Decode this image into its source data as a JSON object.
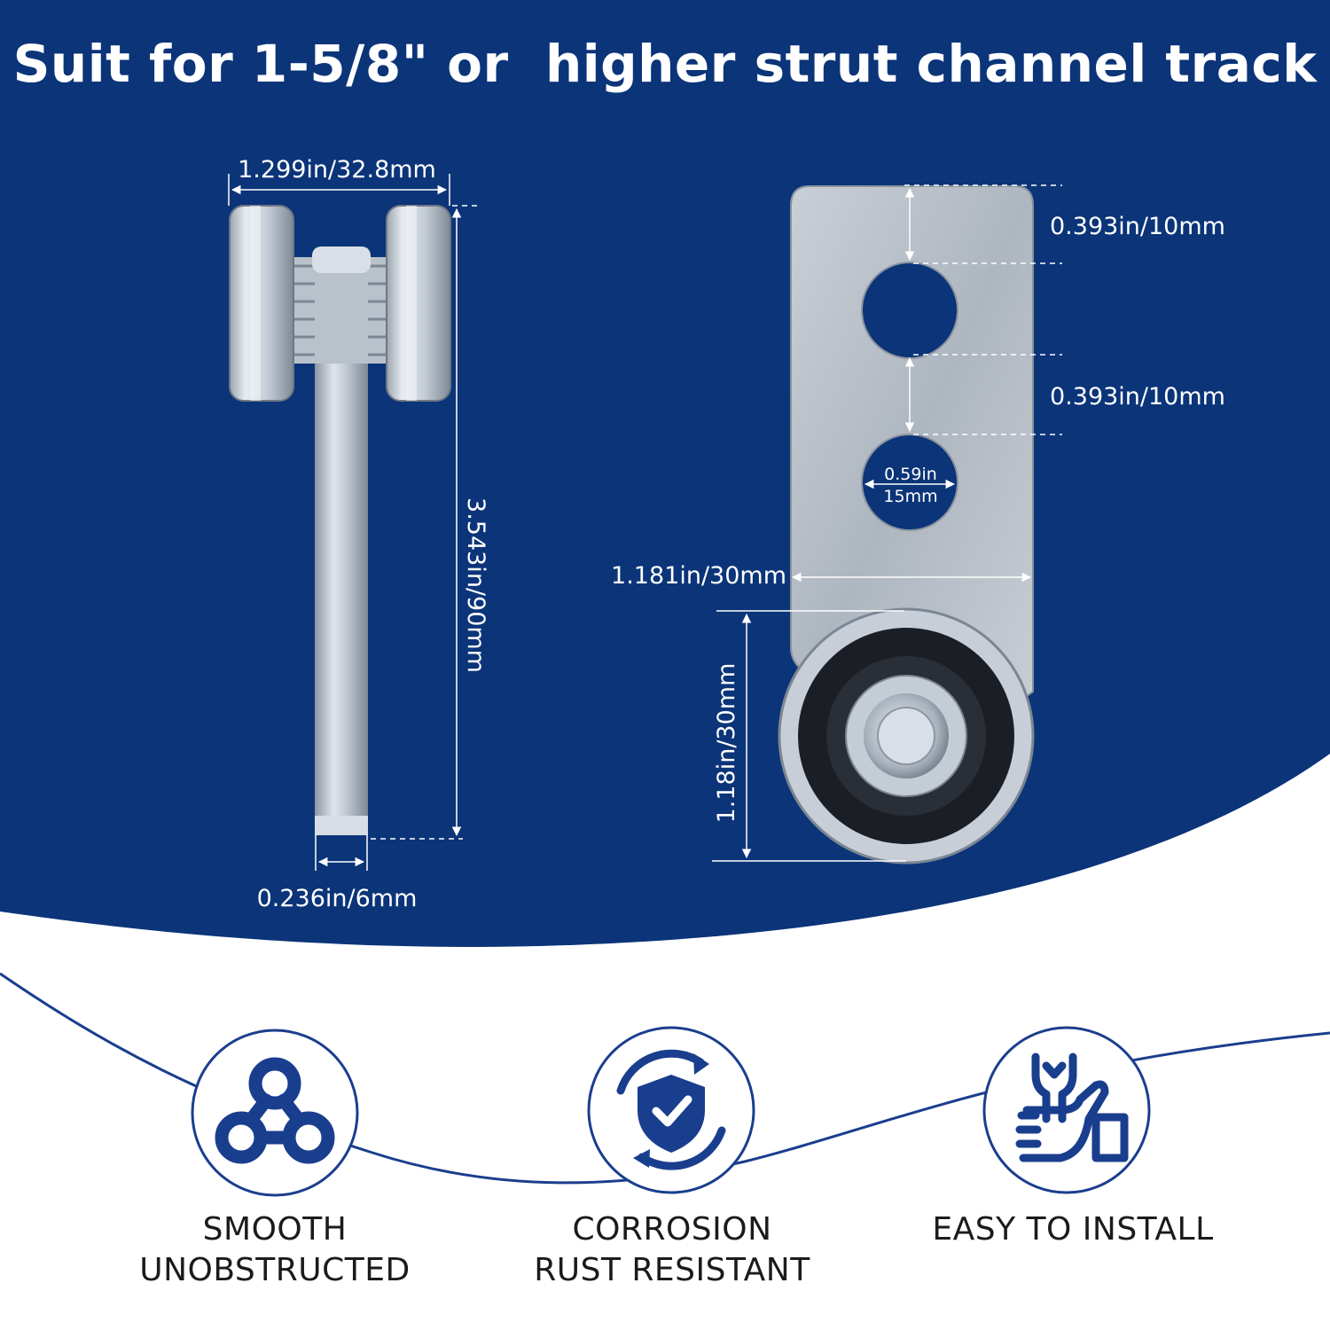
{
  "headline": "Suit for 1-5/8\" or  higher strut channel track",
  "dimensions": {
    "wheel_span": "1.299in/32.8mm",
    "height": "3.543in/90mm",
    "thickness": "0.236in/6mm",
    "top_to_hole": "0.393in/10mm",
    "hole_to_hole": "0.393in/10mm",
    "hole_diameter_in": "0.59in",
    "hole_diameter_mm": "15mm",
    "plate_width": "1.181in/30mm",
    "wheel_diameter": "1.18in/30mm"
  },
  "features": [
    {
      "icon": "network-icon",
      "line1": "SMOOTH",
      "line2": "UNOBSTRUCTED"
    },
    {
      "icon": "shield-check-icon",
      "line1": "CORROSION",
      "line2": "RUST RESISTANT"
    },
    {
      "icon": "wrench-hand-icon",
      "line1": "EASY TO INSTALL",
      "line2": ""
    }
  ],
  "colors": {
    "brand_navy": "#0b3479",
    "icon_blue": "#1a3e8e"
  }
}
